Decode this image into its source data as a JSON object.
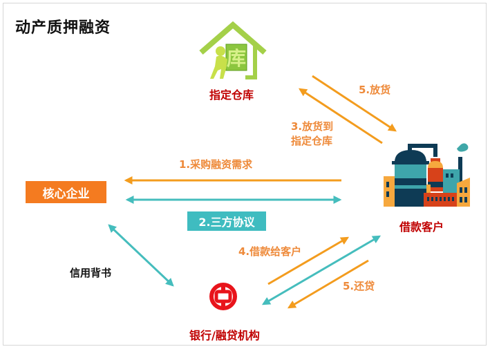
{
  "title": "动产质押融资",
  "colors": {
    "orange_arrow": "#f39c1e",
    "teal_arrow": "#45bdbd",
    "core_box": "#f47b20",
    "agreement_box": "#3fbcc0",
    "node_label": "#c00000",
    "step_label": "#ee8a3a",
    "warehouse_green": "#9ccf3c",
    "bank_red": "#e8141b"
  },
  "nodes": {
    "warehouse": {
      "label": "指定仓库",
      "icon": "warehouse-icon"
    },
    "borrower": {
      "label": "借款客户",
      "icon": "factory-icon"
    },
    "core_enterprise": {
      "label": "核心企业"
    },
    "bank": {
      "label": "银行/融贷机构",
      "icon": "bank-of-china-logo-icon"
    }
  },
  "steps": {
    "s1": "1.采购融资需求",
    "s2": "2.三方协议",
    "s3_line1": "3.放货到",
    "s3_line2": "指定仓库",
    "s4": "4.借款给客户",
    "s5_release": "5.放货",
    "s5_repay": "5.还贷",
    "credit": "信用背书"
  }
}
